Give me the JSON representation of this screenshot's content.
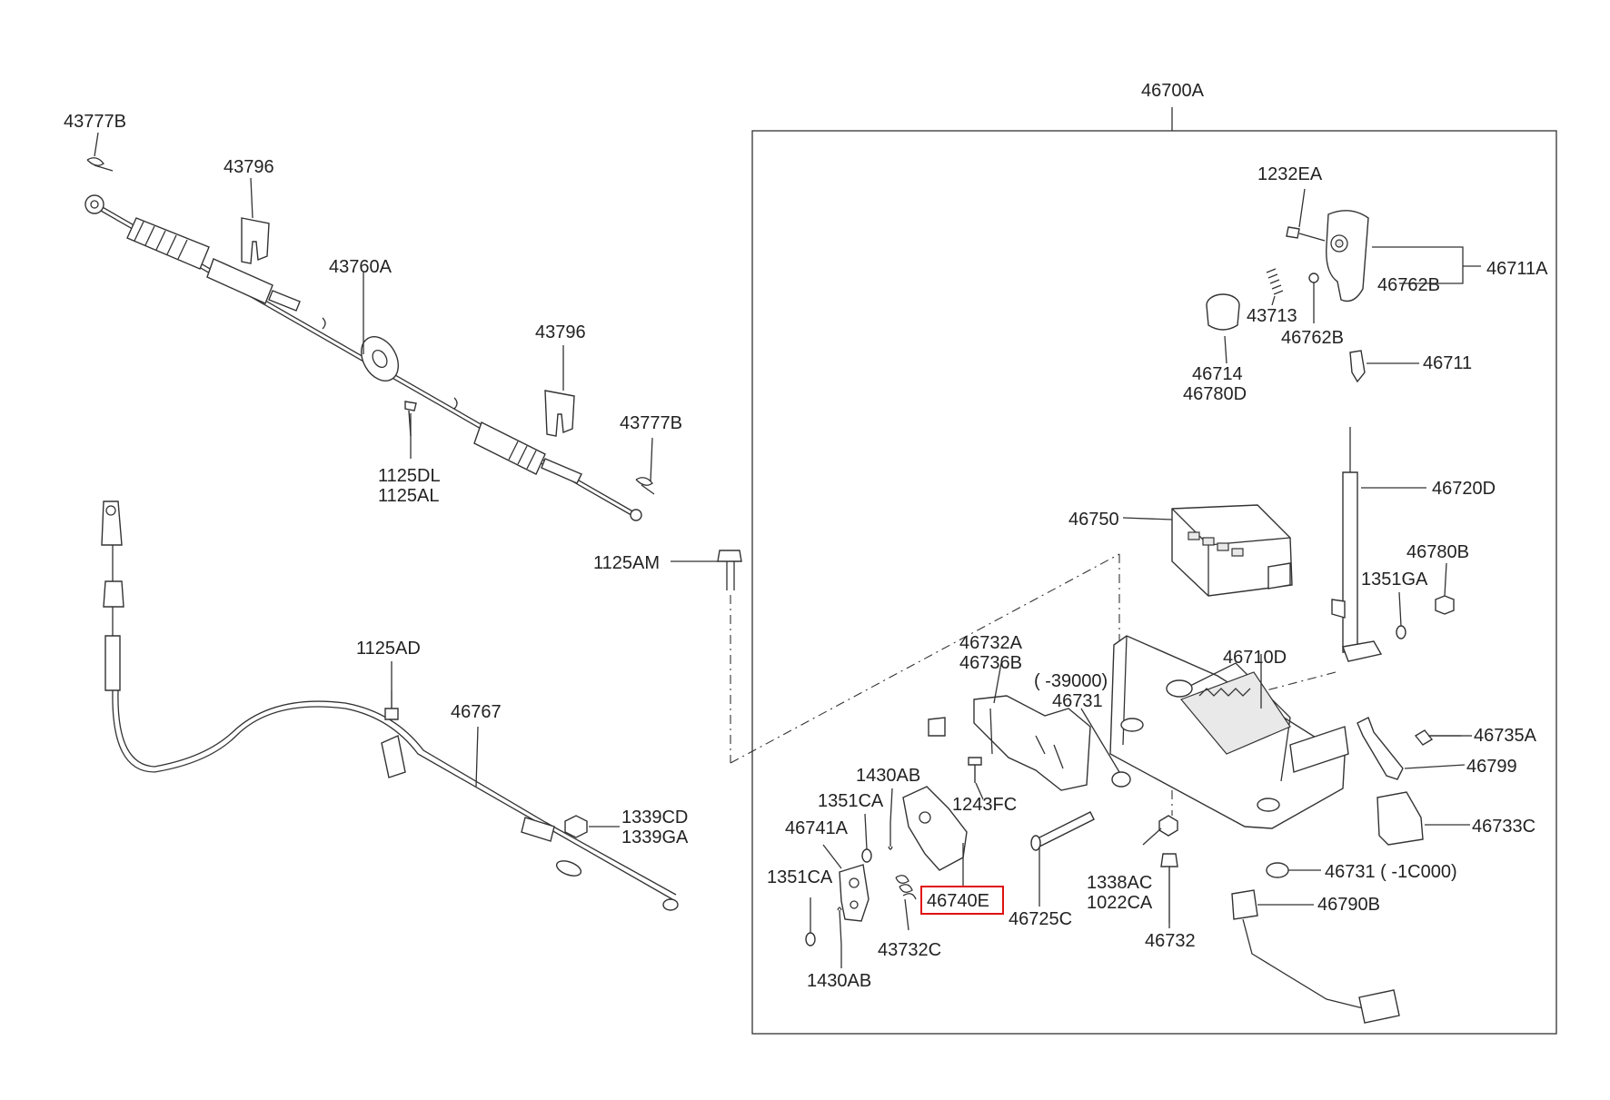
{
  "labels": {
    "l46700a": "46700A",
    "l43777b_top": "43777B",
    "l43796_top": "43796",
    "l43760a": "43760A",
    "l43796_mid": "43796",
    "l43777b_mid": "43777B",
    "l1125dl": "1125DL",
    "l1125al": "1125AL",
    "l1125am": "1125AM",
    "l1125ad": "1125AD",
    "l46767": "46767",
    "l1339cd": "1339CD",
    "l1339ga": "1339GA",
    "l1232ea": "1232EA",
    "l46711a": "46711A",
    "l46762b_a": "46762B",
    "l43713": "43713",
    "l46762b_b": "46762B",
    "l46714": "46714",
    "l46780d": "46780D",
    "l46711": "46711",
    "l46720d": "46720D",
    "l46750": "46750",
    "l46780b": "46780B",
    "l1351ga": "1351GA",
    "l46732a": "46732A",
    "l46736b": "46736B",
    "l39000": "( -39000)",
    "l46731_a": "46731",
    "l46710d": "46710D",
    "l46735a": "46735A",
    "l46799": "46799",
    "l1430ab_a": "1430AB",
    "l1351ca_a": "1351CA",
    "l1243fc": "1243FC",
    "l46741a": "46741A",
    "l46733c": "46733C",
    "l1351ca_b": "1351CA",
    "l46731_b": "46731 ( -1C000)",
    "l1338ac": "1338AC",
    "l1022ca": "1022CA",
    "l46740e": "46740E",
    "l46725c": "46725C",
    "l46790b": "46790B",
    "l43732c": "43732C",
    "l46732": "46732",
    "l1430ab_b": "1430AB"
  },
  "highlight": {
    "part": "46740E",
    "color": "#e01010"
  }
}
